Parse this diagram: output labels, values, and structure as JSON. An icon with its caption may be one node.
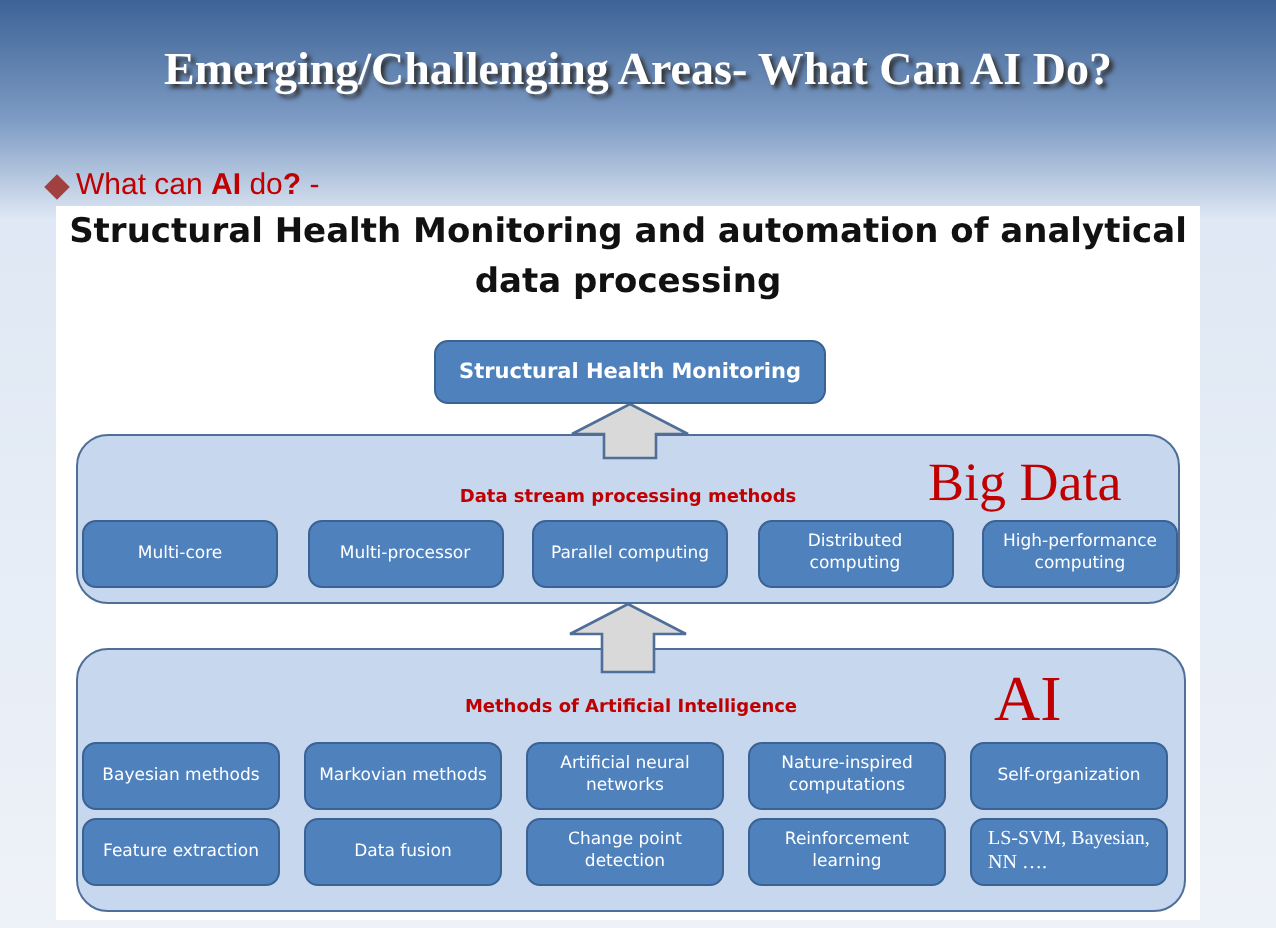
{
  "diagram": {
    "title": "Emerging/Challenging Areas- What Can AI Do?",
    "labels": [
      "What can **AI** do**?** -",
      "Structural Health Monitoring and automation of analytical data processing"
    ],
    "nodes": [
      {
        "text": [
          "Structural Health Monitoring"
        ]
      },
      {
        "text": [
          "Data stream processing methods",
          "Big Data"
        ]
      },
      {
        "text": [
          "Multi-core"
        ],
        "in": 1
      },
      {
        "text": [
          "Multi-processor"
        ],
        "in": 1
      },
      {
        "text": [
          "Parallel computing"
        ],
        "in": 1
      },
      {
        "text": [
          "Distributed computing"
        ],
        "in": 1
      },
      {
        "text": [
          "High-performance computing"
        ],
        "in": 1
      },
      {
        "text": [
          "Methods of Artificial Intelligence",
          "AI"
        ]
      },
      {
        "text": [
          "Bayesian methods"
        ],
        "in": 7
      },
      {
        "text": [
          "Markovian methods"
        ],
        "in": 7
      },
      {
        "text": [
          "Artificial neural networks"
        ],
        "in": 7
      },
      {
        "text": [
          "Nature-inspired computations"
        ],
        "in": 7
      },
      {
        "text": [
          "Self-organization"
        ],
        "in": 7
      },
      {
        "text": [
          "Feature extraction"
        ],
        "in": 7
      },
      {
        "text": [
          "Data fusion"
        ],
        "in": 7
      },
      {
        "text": [
          "Change point detection"
        ],
        "in": 7
      },
      {
        "text": [
          "Reinforcement learning"
        ],
        "in": 7
      },
      {
        "text": [
          "LS-SVM, Bayesian, NN …."
        ],
        "in": 7
      }
    ],
    "edges": [
      {
        "from": 1,
        "to": 0,
        "arrow": "to",
        "style": "thick"
      },
      {
        "from": 7,
        "to": 1,
        "arrow": "to",
        "style": "thick"
      }
    ]
  }
}
